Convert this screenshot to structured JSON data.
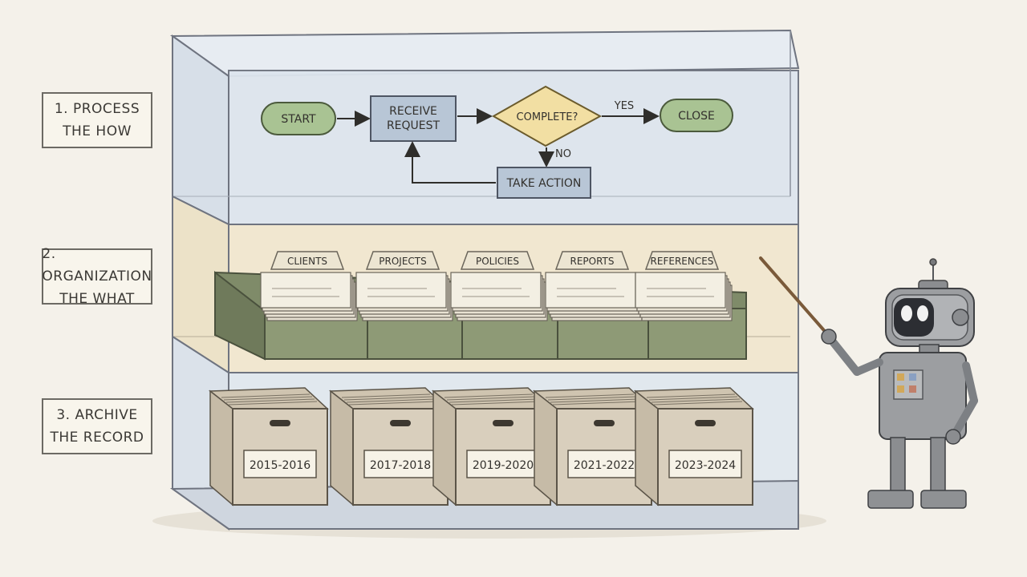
{
  "layers": [
    {
      "line1": "1. PROCESS",
      "line2": "THE HOW"
    },
    {
      "line1": "2. ORGANIZATION",
      "line2": "THE WHAT"
    },
    {
      "line1": "3. ARCHIVE",
      "line2": "THE RECORD"
    }
  ],
  "flowchart": {
    "start": "START",
    "receive_line1": "RECEIVE",
    "receive_line2": "REQUEST",
    "decision": "COMPLETE?",
    "yes": "YES",
    "no": "NO",
    "close": "CLOSE",
    "action": "TAKE ACTION"
  },
  "folders": [
    "CLIENTS",
    "PROJECTS",
    "POLICIES",
    "REPORTS",
    "REFERENCES"
  ],
  "archive_boxes": [
    "2015-2016",
    "2017-2018",
    "2019-2020",
    "2021-2022",
    "2023-2024"
  ],
  "colors": {
    "glass": "#dfe6ee",
    "org_tint": "#f1e7cf",
    "tray": "#8e9a76",
    "pill": "#a9c393",
    "receive_box": "#b8c6d6",
    "decision": "#f2dfa3",
    "box": "#d9cfbd",
    "robot": "#9c9ea1"
  },
  "icons": [
    "robot-icon",
    "pointer-stick-icon"
  ]
}
